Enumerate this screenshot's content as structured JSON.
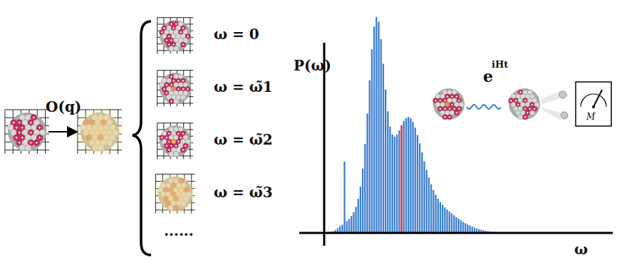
{
  "diagram": {
    "labels": [
      "O(q)",
      "ω = 0",
      "ω = ω̃1",
      "ω = ω̃2",
      "ω = ω̃3",
      "......",
      "P(ω)",
      "ω",
      "e",
      "iHt",
      "M"
    ]
  }
}
